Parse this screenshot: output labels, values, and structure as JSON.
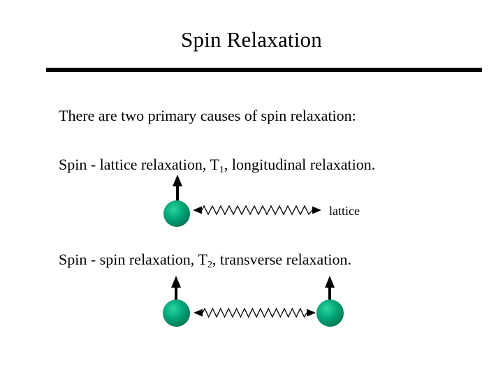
{
  "slide": {
    "title": "Spin Relaxation",
    "background_color": "#ffffff",
    "text_color": "#000000",
    "rule_color": "#000000"
  },
  "body": {
    "intro": "There are two primary causes of spin relaxation:",
    "mechanism_1": {
      "prefix": "Spin - lattice relaxation, T",
      "subscript": "1",
      "suffix": ", longitudinal relaxation."
    },
    "mechanism_2": {
      "prefix": "Spin - spin relaxation, T",
      "subscript": "2",
      "suffix": ", transverse relaxation."
    }
  },
  "diagram_spin_lattice": {
    "label": "lattice",
    "spin_ball_color_center": "#2fd6a4",
    "spin_ball_color_edge": "#014d38",
    "arrow_color": "#000000",
    "coupling_color": "#000000",
    "coupling_cycles": 13
  },
  "diagram_spin_spin": {
    "spin_ball_color_center": "#2fd6a4",
    "spin_ball_color_edge": "#014d38",
    "arrow_color": "#000000",
    "coupling_color": "#000000",
    "coupling_cycles": 13
  }
}
